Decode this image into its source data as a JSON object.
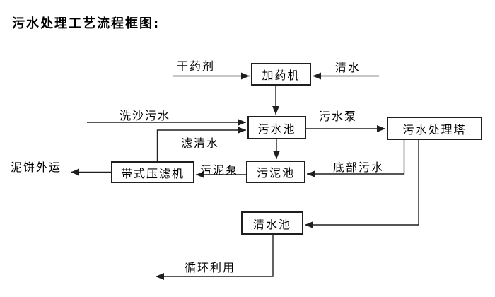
{
  "title": "污水处理工艺流程框图:",
  "colors": {
    "ink": "#1f1f1f",
    "background": "#ffffff"
  },
  "diagram": {
    "boxes": [
      {
        "label": "加药机"
      },
      {
        "label": "污水池"
      },
      {
        "label": "污水处理塔"
      },
      {
        "label": "污泥池"
      },
      {
        "label": "带式压滤机"
      },
      {
        "label": "清水池"
      }
    ],
    "flow_labels": [
      {
        "text": "干药剂"
      },
      {
        "text": "清水"
      },
      {
        "text": "洗沙污水"
      },
      {
        "text": "污水泵"
      },
      {
        "text": "滤清水"
      },
      {
        "text": "污泥泵"
      },
      {
        "text": "底部污水"
      },
      {
        "text": "泥饼外运"
      },
      {
        "text": "循环利用"
      }
    ],
    "edges": [
      {
        "from": "干药剂",
        "to": "加药机"
      },
      {
        "from": "清水",
        "to": "加药机"
      },
      {
        "from": "加药机",
        "to": "污水池"
      },
      {
        "from": "洗沙污水",
        "to": "污水池"
      },
      {
        "from": "带式压滤机",
        "to": "污水池",
        "label": "滤清水"
      },
      {
        "from": "污水池",
        "to": "污水处理塔",
        "label": "污水泵"
      },
      {
        "from": "污水池",
        "to": "污泥池"
      },
      {
        "from": "污水处理塔",
        "to": "污泥池",
        "label": "底部污水"
      },
      {
        "from": "污泥池",
        "to": "带式压滤机",
        "label": "污泥泵"
      },
      {
        "from": "带式压滤机",
        "to": "泥饼外运"
      },
      {
        "from": "污水处理塔",
        "to": "清水池"
      },
      {
        "from": "清水池",
        "to": "循环利用"
      }
    ]
  }
}
